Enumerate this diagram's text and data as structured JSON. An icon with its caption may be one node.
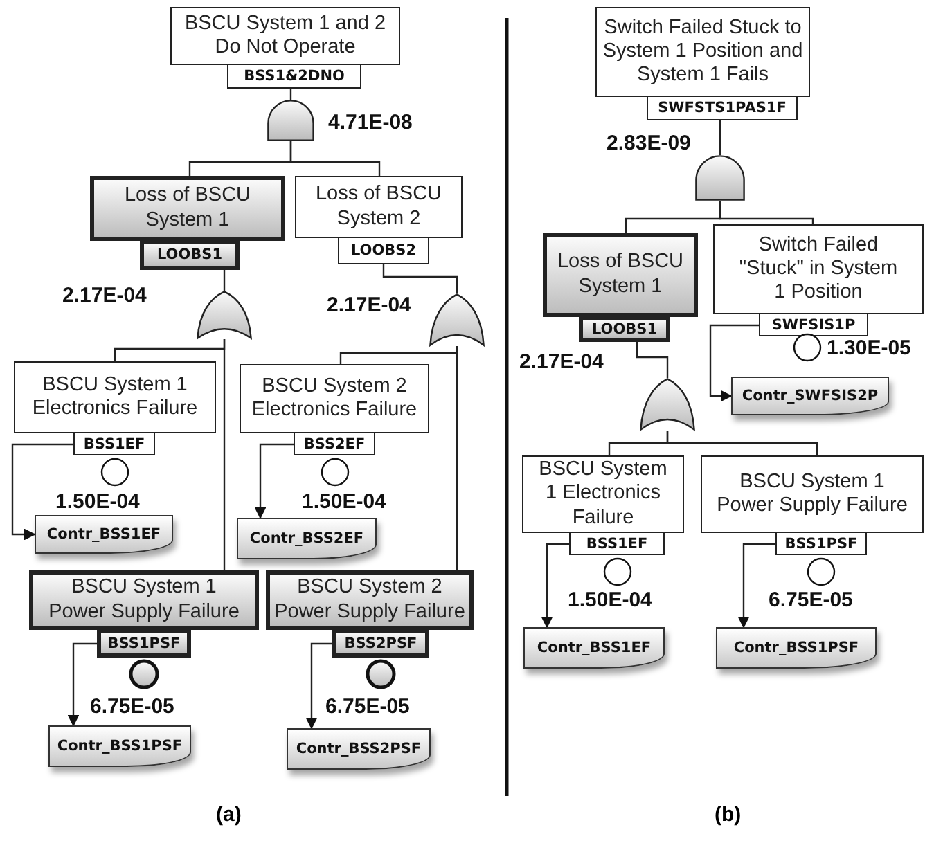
{
  "diagram": {
    "nodes": [
      {
        "text": [
          "BSCU System 1 and 2 Do Not Operate",
          "BSS1&2DNO"
        ],
        "beside": [
          "4.71E-08"
        ]
      },
      {
        "text": [],
        "shape": "dome"
      },
      {
        "text": [
          "Loss of BSCU System 1",
          "LOOBS1"
        ],
        "beside": [
          "2.17E-04"
        ]
      },
      {
        "text": [],
        "shape": "shield"
      },
      {
        "text": [
          "Loss of BSCU System 2",
          "LOOBS2"
        ]
      },
      {
        "text": [],
        "shape": "shield",
        "beside": [
          "2.17E-04"
        ]
      },
      {
        "text": [
          "BSCU System 1 Electronics Failure",
          "BSS1EF"
        ],
        "beside": [
          "1.50E-04"
        ]
      },
      {
        "text": [
          "Contr_BSS1EF"
        ]
      },
      {
        "text": [
          "BSCU System 2 Electronics Failure",
          "BSS2EF"
        ],
        "beside": [
          "1.50E-04"
        ]
      },
      {
        "text": [
          "Contr_BSS2EF"
        ]
      },
      {
        "text": [
          "BSCU System 1 Power Supply Failure",
          "BSS1PSF"
        ],
        "beside": [
          "6.75E-05"
        ]
      },
      {
        "text": [
          "Contr_BSS1PSF"
        ]
      },
      {
        "text": [
          "BSCU System 2 Power Supply Failure",
          "BSS2PSF"
        ],
        "beside": [
          "6.75E-05"
        ]
      },
      {
        "text": [
          "Contr_BSS2PSF"
        ]
      },
      {
        "text": [
          "Switch Failed Stuck to System 1 Position and System 1 Fails",
          "SWFSTS1PAS1F"
        ],
        "beside": [
          "2.83E-09"
        ]
      },
      {
        "text": [],
        "shape": "dome"
      },
      {
        "text": [
          "Loss of BSCU System 1",
          "LOOBS1"
        ],
        "beside": [
          "2.17E-04"
        ]
      },
      {
        "text": [],
        "shape": "shield"
      },
      {
        "text": [
          "Switch Failed \"Stuck\" in System 1 Position",
          "SWFSIS1P"
        ],
        "beside": [
          "1.30E-05"
        ]
      },
      {
        "text": [
          "Contr_SWFSIS2P"
        ]
      },
      {
        "text": [
          "BSCU System 1 Electronics Failure",
          "BSS1EF"
        ],
        "beside": [
          "1.50E-04"
        ]
      },
      {
        "text": [
          "Contr_BSS1EF"
        ]
      },
      {
        "text": [
          "BSCU System 1 Power Supply Failure",
          "BSS1PSF"
        ],
        "beside": [
          "6.75E-05"
        ]
      },
      {
        "text": [
          "Contr_BSS1PSF"
        ]
      }
    ],
    "edges": [
      {
        "from": 0,
        "to": 1,
        "arrow": "none"
      },
      {
        "from": 1,
        "to": 2,
        "arrow": "none"
      },
      {
        "from": 1,
        "to": 4,
        "arrow": "none"
      },
      {
        "from": 2,
        "to": 3,
        "arrow": "none"
      },
      {
        "from": 3,
        "to": 6,
        "arrow": "none"
      },
      {
        "from": 3,
        "to": 10,
        "arrow": "none"
      },
      {
        "from": 4,
        "to": 5,
        "arrow": "none"
      },
      {
        "from": 5,
        "to": 8,
        "arrow": "none"
      },
      {
        "from": 5,
        "to": 12,
        "arrow": "none"
      },
      {
        "from": 6,
        "to": 7,
        "arrow": "to"
      },
      {
        "from": 8,
        "to": 9,
        "arrow": "to"
      },
      {
        "from": 10,
        "to": 11,
        "arrow": "to"
      },
      {
        "from": 12,
        "to": 13,
        "arrow": "to"
      },
      {
        "from": 14,
        "to": 15,
        "arrow": "none"
      },
      {
        "from": 15,
        "to": 16,
        "arrow": "none"
      },
      {
        "from": 15,
        "to": 18,
        "arrow": "none"
      },
      {
        "from": 16,
        "to": 17,
        "arrow": "none"
      },
      {
        "from": 17,
        "to": 20,
        "arrow": "none"
      },
      {
        "from": 17,
        "to": 22,
        "arrow": "none"
      },
      {
        "from": 18,
        "to": 19,
        "arrow": "to"
      },
      {
        "from": 20,
        "to": 21,
        "arrow": "to"
      },
      {
        "from": 22,
        "to": 23,
        "arrow": "to"
      }
    ],
    "labels": [
      "(a)",
      "(b)"
    ]
  }
}
